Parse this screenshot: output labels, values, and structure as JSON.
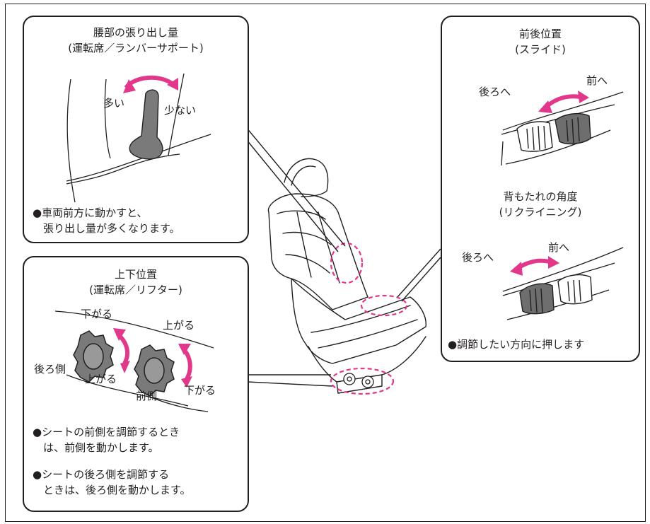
{
  "lumbar": {
    "title_line1": "腰部の張り出し量",
    "title_line2": "(運転席／ランバーサポート)",
    "label_more": "多い",
    "label_less": "少ない",
    "note_line1": "車両前方に動かすと、",
    "note_line2": "張り出し量が多くなります。"
  },
  "lifter": {
    "title_line1": "上下位置",
    "title_line2": "(運転席／リフター)",
    "label_down_top": "下がる",
    "label_up_right": "上がる",
    "label_rear_side": "後ろ側",
    "label_up_bottom": "上がる",
    "label_down_bottom": "下がる",
    "label_front_side": "前側",
    "note1_line1": "シートの前側を調節するとき",
    "note1_line2": "は、前側を動かします。",
    "note2_line1": "シートの後ろ側を調節する",
    "note2_line2": "ときは、後ろ側を動かします。"
  },
  "slide": {
    "title_line1": "前後位置",
    "title_line2": "(スライド)",
    "label_back": "後ろへ",
    "label_forward": "前へ"
  },
  "recline": {
    "title_line1": "背もたれの角度",
    "title_line2": "(リクライニング)",
    "label_back": "後ろへ",
    "label_forward": "前へ",
    "note": "調節したい方向に押します"
  },
  "colors": {
    "arrow": "#e2388c",
    "knob": "#7a7a7a",
    "line": "#231f20"
  },
  "bullet_char": "●"
}
